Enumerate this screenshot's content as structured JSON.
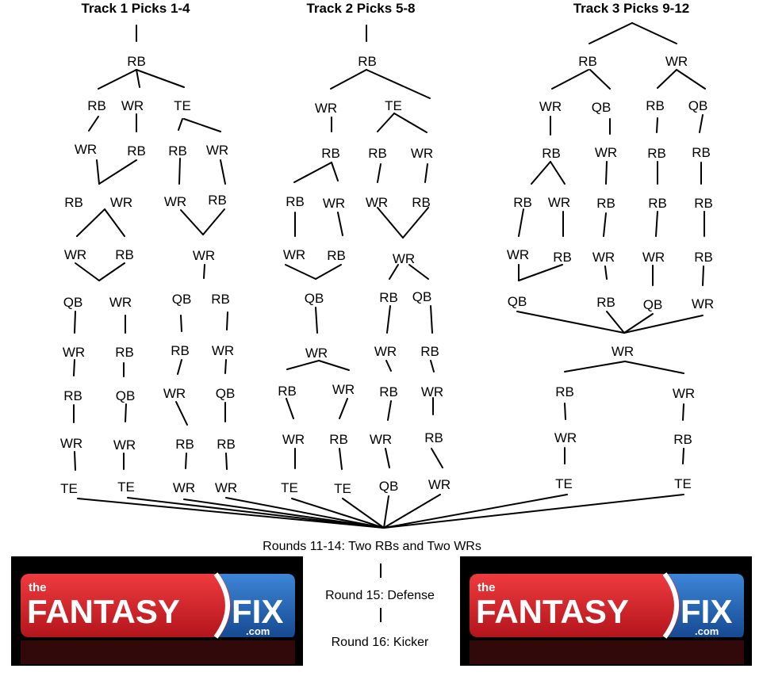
{
  "headers": [
    "Track 1 Picks 1-4",
    "Track 2 Picks 5-8",
    "Track 3 Picks 9-12"
  ],
  "notes": {
    "rounds_11_14": "Rounds 11-14: Two RBs and Two WRs",
    "round_15": "Round 15: Defense",
    "round_16": "Round 16: Kicker"
  },
  "logo": {
    "the": "the",
    "fantasy": "FANTASY",
    "fix": "FIX",
    "com": ".com"
  },
  "colors": {
    "logo_red": "#d42027",
    "logo_blue": "#1f5fae",
    "line": "#000000"
  },
  "nodes": [
    {
      "id": "t1_r1",
      "label": "RB"
    },
    {
      "id": "t1_a1",
      "label": "RB"
    },
    {
      "id": "t1_b1",
      "label": "WR"
    },
    {
      "id": "t1_c1",
      "label": "TE"
    },
    {
      "id": "t1_a2",
      "label": "WR"
    },
    {
      "id": "t1_b2",
      "label": "RB"
    },
    {
      "id": "t1_ab1",
      "label": "RB"
    },
    {
      "id": "t1_ab2",
      "label": "WR"
    },
    {
      "id": "t1_ab3",
      "label": "WR"
    },
    {
      "id": "t1_ab4",
      "label": "RB"
    },
    {
      "id": "t1_p1",
      "label": "QB"
    },
    {
      "id": "t1_p2",
      "label": "WR"
    },
    {
      "id": "t1_p3",
      "label": "RB"
    },
    {
      "id": "t1_p4",
      "label": "WR"
    },
    {
      "id": "t1_p5",
      "label": "TE"
    },
    {
      "id": "t1_q1",
      "label": "WR"
    },
    {
      "id": "t1_q2",
      "label": "RB"
    },
    {
      "id": "t1_q3",
      "label": "QB"
    },
    {
      "id": "t1_q4",
      "label": "WR"
    },
    {
      "id": "t1_q5",
      "label": "TE"
    },
    {
      "id": "t1_c2a",
      "label": "RB"
    },
    {
      "id": "t1_c2b",
      "label": "WR"
    },
    {
      "id": "t1_c3a",
      "label": "WR"
    },
    {
      "id": "t1_c3b",
      "label": "RB"
    },
    {
      "id": "t1_c4",
      "label": "WR"
    },
    {
      "id": "t1_s1",
      "label": "QB"
    },
    {
      "id": "t1_s2",
      "label": "RB"
    },
    {
      "id": "t1_s3",
      "label": "WR"
    },
    {
      "id": "t1_s4",
      "label": "RB"
    },
    {
      "id": "t1_s5",
      "label": "WR"
    },
    {
      "id": "t1_u1",
      "label": "RB"
    },
    {
      "id": "t1_u2",
      "label": "WR"
    },
    {
      "id": "t1_u3",
      "label": "QB"
    },
    {
      "id": "t1_u4",
      "label": "RB"
    },
    {
      "id": "t1_u5",
      "label": "WR"
    },
    {
      "id": "t2_r1",
      "label": "RB"
    },
    {
      "id": "t2_a1",
      "label": "WR"
    },
    {
      "id": "t2_b1",
      "label": "TE"
    },
    {
      "id": "t2_a2",
      "label": "RB"
    },
    {
      "id": "t2_a3a",
      "label": "RB"
    },
    {
      "id": "t2_a3b",
      "label": "WR"
    },
    {
      "id": "t2_a4a",
      "label": "WR"
    },
    {
      "id": "t2_a4b",
      "label": "RB"
    },
    {
      "id": "t2_a5",
      "label": "QB"
    },
    {
      "id": "t2_a6",
      "label": "WR"
    },
    {
      "id": "t2_a7a",
      "label": "RB"
    },
    {
      "id": "t2_a7b",
      "label": "WR"
    },
    {
      "id": "t2_a8a",
      "label": "WR"
    },
    {
      "id": "t2_a8b",
      "label": "RB"
    },
    {
      "id": "t2_a9a",
      "label": "TE"
    },
    {
      "id": "t2_a9b",
      "label": "TE"
    },
    {
      "id": "t2_b2a",
      "label": "RB"
    },
    {
      "id": "t2_b2b",
      "label": "WR"
    },
    {
      "id": "t2_b3a",
      "label": "WR"
    },
    {
      "id": "t2_b3b",
      "label": "RB"
    },
    {
      "id": "t2_b4",
      "label": "WR"
    },
    {
      "id": "t2_b5a",
      "label": "RB"
    },
    {
      "id": "t2_b5b",
      "label": "QB"
    },
    {
      "id": "t2_b6a",
      "label": "WR"
    },
    {
      "id": "t2_b6b",
      "label": "RB"
    },
    {
      "id": "t2_b7a",
      "label": "RB"
    },
    {
      "id": "t2_b7b",
      "label": "WR"
    },
    {
      "id": "t2_b8a",
      "label": "WR"
    },
    {
      "id": "t2_b8b",
      "label": "RB"
    },
    {
      "id": "t2_b9a",
      "label": "QB"
    },
    {
      "id": "t2_b9b",
      "label": "WR"
    },
    {
      "id": "t3_r1a",
      "label": "RB"
    },
    {
      "id": "t3_r1b",
      "label": "WR"
    },
    {
      "id": "t3_a1",
      "label": "WR"
    },
    {
      "id": "t3_b1",
      "label": "QB"
    },
    {
      "id": "t3_c1",
      "label": "RB"
    },
    {
      "id": "t3_d1",
      "label": "QB"
    },
    {
      "id": "t3_a2",
      "label": "RB"
    },
    {
      "id": "t3_b2",
      "label": "WR"
    },
    {
      "id": "t3_c2",
      "label": "RB"
    },
    {
      "id": "t3_d2",
      "label": "RB"
    },
    {
      "id": "t3_a3a",
      "label": "RB"
    },
    {
      "id": "t3_a3b",
      "label": "WR"
    },
    {
      "id": "t3_b3",
      "label": "RB"
    },
    {
      "id": "t3_c3",
      "label": "RB"
    },
    {
      "id": "t3_d3",
      "label": "RB"
    },
    {
      "id": "t3_a4a",
      "label": "WR"
    },
    {
      "id": "t3_a4b",
      "label": "RB"
    },
    {
      "id": "t3_b4",
      "label": "WR"
    },
    {
      "id": "t3_c4",
      "label": "WR"
    },
    {
      "id": "t3_d4",
      "label": "RB"
    },
    {
      "id": "t3_a5",
      "label": "QB"
    },
    {
      "id": "t3_b5",
      "label": "RB"
    },
    {
      "id": "t3_c5",
      "label": "QB"
    },
    {
      "id": "t3_d5",
      "label": "WR"
    },
    {
      "id": "t3_m",
      "label": "WR"
    },
    {
      "id": "t3_l1",
      "label": "RB"
    },
    {
      "id": "t3_l2",
      "label": "WR"
    },
    {
      "id": "t3_l3",
      "label": "TE"
    },
    {
      "id": "t3_k1",
      "label": "WR"
    },
    {
      "id": "t3_k2",
      "label": "RB"
    },
    {
      "id": "t3_k3",
      "label": "TE"
    }
  ]
}
